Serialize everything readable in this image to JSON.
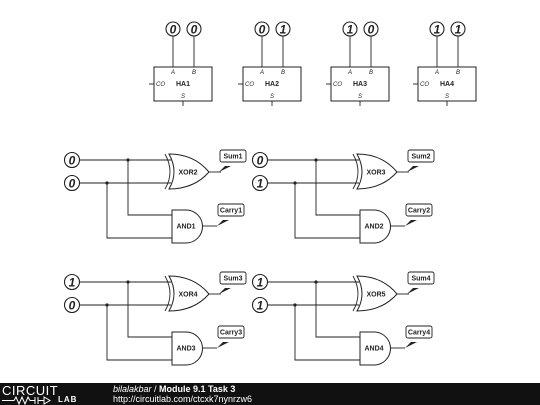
{
  "half_adders": [
    {
      "label": "HA1",
      "a": "0",
      "b": "0"
    },
    {
      "label": "HA2",
      "a": "0",
      "b": "1"
    },
    {
      "label": "HA3",
      "a": "1",
      "b": "0"
    },
    {
      "label": "HA4",
      "a": "1",
      "b": "1"
    }
  ],
  "pins": {
    "a": "A",
    "b": "B",
    "co": "CO",
    "s": "S"
  },
  "circuits": [
    {
      "in1": "0",
      "in2": "0",
      "xor": "XOR2",
      "and": "AND1",
      "sum": "Sum1",
      "carry": "Carry1"
    },
    {
      "in1": "0",
      "in2": "1",
      "xor": "XOR3",
      "and": "AND2",
      "sum": "Sum2",
      "carry": "Carry2"
    },
    {
      "in1": "1",
      "in2": "0",
      "xor": "XOR4",
      "and": "AND3",
      "sum": "Sum3",
      "carry": "Carry3"
    },
    {
      "in1": "1",
      "in2": "1",
      "xor": "XOR5",
      "and": "AND4",
      "sum": "Sum4",
      "carry": "Carry4"
    }
  ],
  "footer": {
    "logo_top": "CIRCUIT",
    "logo_bottom": "LAB",
    "author": "bilalakbar",
    "separator": " / ",
    "title": "Module 9.1 Task 3",
    "url": "http://circuitlab.com/ctcxk7nynrzw6"
  }
}
